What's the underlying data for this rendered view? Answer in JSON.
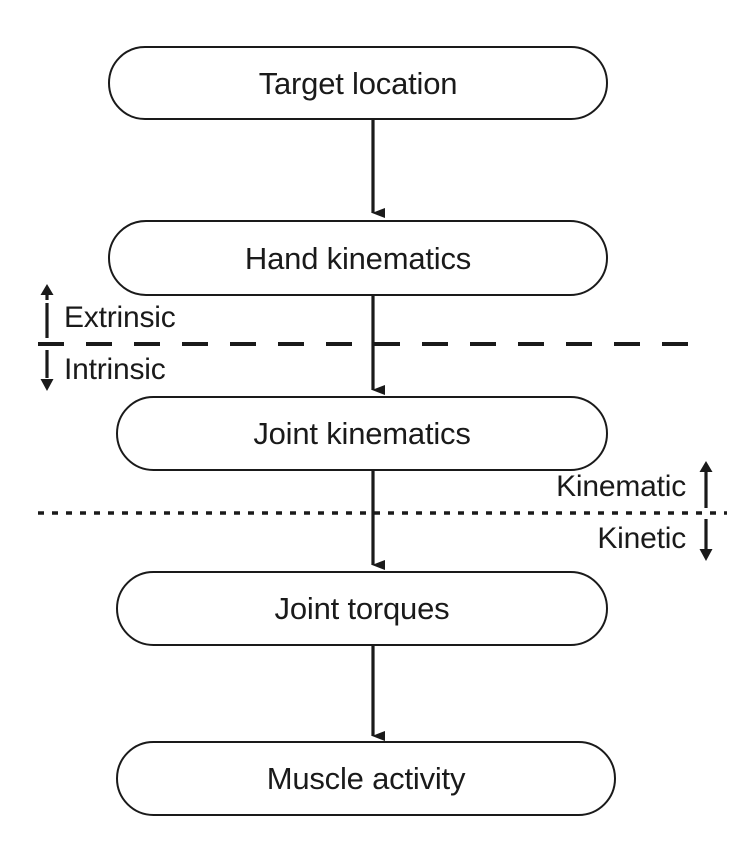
{
  "diagram": {
    "type": "flowchart",
    "orientation": "vertical",
    "background_color": "#ffffff",
    "stroke_color": "#1a1a1a",
    "nodes": [
      {
        "id": "target-location",
        "label": "Target location"
      },
      {
        "id": "hand-kinematics",
        "label": "Hand kinematics"
      },
      {
        "id": "joint-kinematics",
        "label": "Joint kinematics"
      },
      {
        "id": "joint-torques",
        "label": "Joint torques"
      },
      {
        "id": "muscle-activity",
        "label": "Muscle activity"
      }
    ],
    "flow_arrows": [
      {
        "from": "target-location",
        "to": "hand-kinematics"
      },
      {
        "from": "hand-kinematics",
        "to": "joint-kinematics"
      },
      {
        "from": "joint-kinematics",
        "to": "joint-torques"
      },
      {
        "from": "joint-torques",
        "to": "muscle-activity"
      }
    ],
    "dividers": [
      {
        "id": "extrinsic-intrinsic",
        "line_style": "dashed",
        "side": "left",
        "above_label": "Extrinsic",
        "below_label": "Intrinsic"
      },
      {
        "id": "kinematic-kinetic",
        "line_style": "dotted",
        "side": "right",
        "above_label": "Kinematic",
        "below_label": "Kinetic"
      }
    ]
  }
}
